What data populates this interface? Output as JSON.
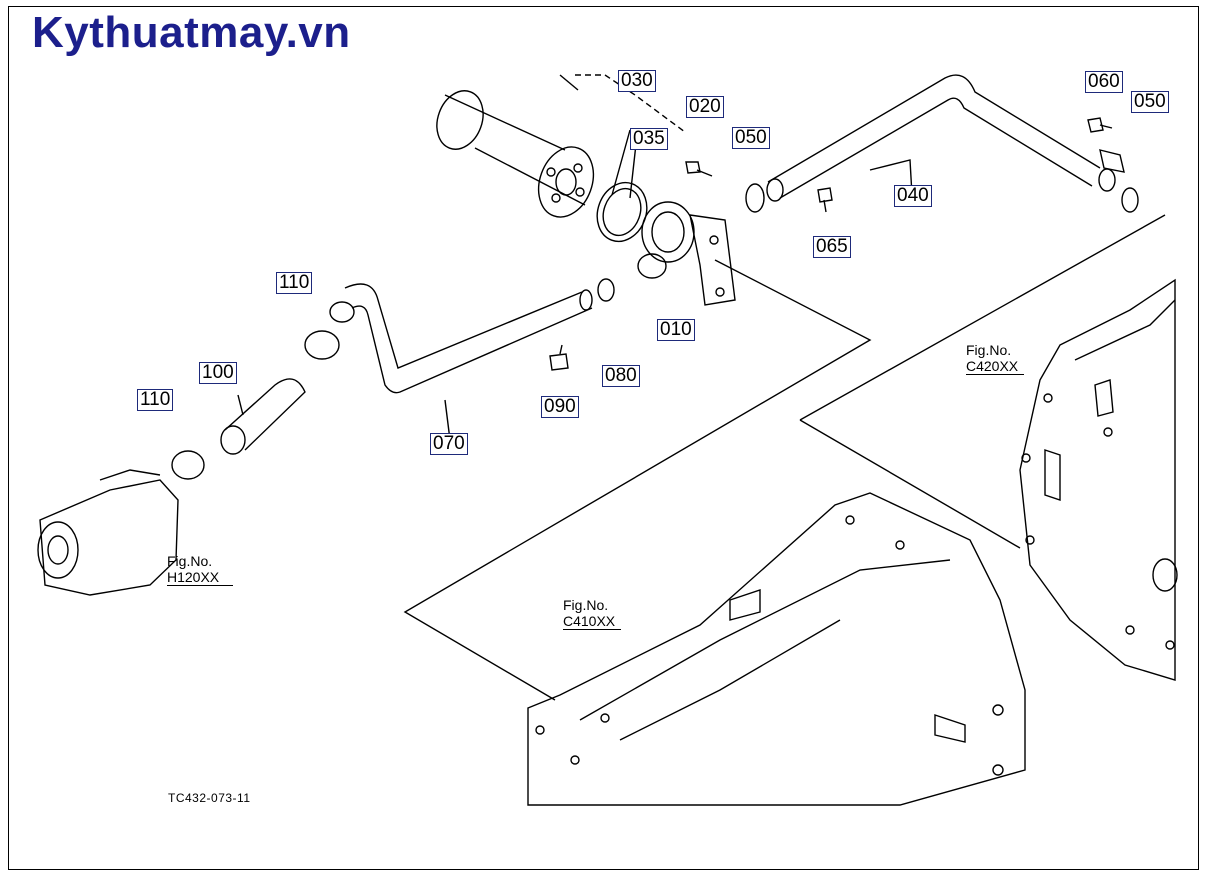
{
  "watermark": "Kythuatmay.vn",
  "drawing_number": "TC432-073-11",
  "part_labels": {
    "p030": "030",
    "p020": "020",
    "p035": "035",
    "p050a": "050",
    "p060": "060",
    "p050b": "050",
    "p040": "040",
    "p065": "065",
    "p110a": "110",
    "p010": "010",
    "p080": "080",
    "p090": "090",
    "p100": "100",
    "p110b": "110",
    "p070": "070"
  },
  "figure_refs": {
    "c420": {
      "label": "Fig.No.",
      "number": "C420XX"
    },
    "h120": {
      "label": "Fig.No.",
      "number": "H120XX"
    },
    "c410": {
      "label": "Fig.No.",
      "number": "C410XX"
    }
  },
  "colors": {
    "watermark": "#1c1f8c",
    "label_border": "#1e2a7a",
    "line": "#000000"
  }
}
